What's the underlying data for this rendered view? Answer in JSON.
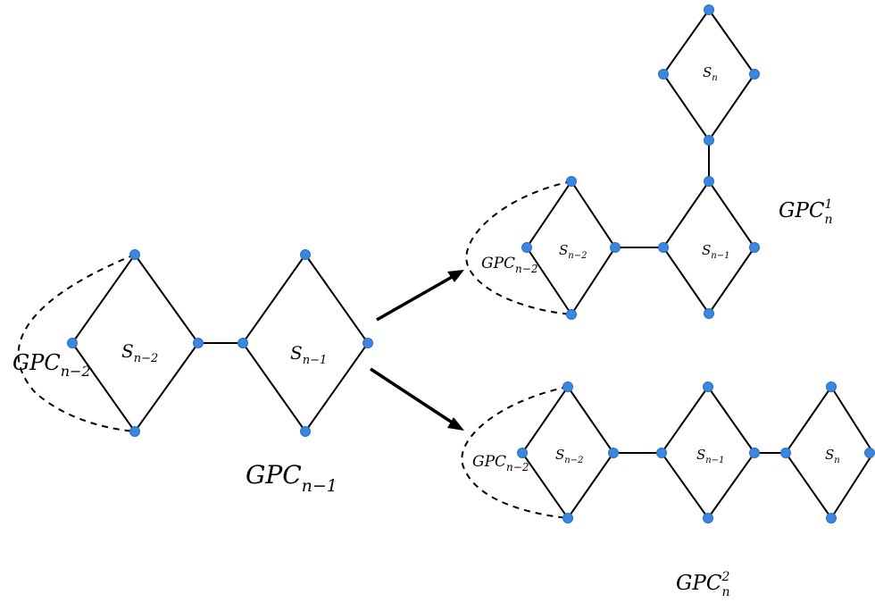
{
  "left": {
    "hub_label": "GPC",
    "hub_sub": "n−2",
    "s1_label": "S",
    "s1_sub": "n−2",
    "s2_label": "S",
    "s2_sub": "n−1",
    "caption": "GPC",
    "caption_sub": "n−1"
  },
  "top_right": {
    "hub_label": "GPC",
    "hub_sub": "n−2",
    "s1_label": "S",
    "s1_sub": "n−2",
    "s2_label": "S",
    "s2_sub": "n−1",
    "s3_label": "S",
    "s3_sub": "n",
    "caption": "GPC",
    "caption_sub": "n",
    "caption_sup": "1"
  },
  "bottom_right": {
    "hub_label": "GPC",
    "hub_sub": "n−2",
    "s1_label": "S",
    "s1_sub": "n−2",
    "s2_label": "S",
    "s2_sub": "n−1",
    "s3_label": "S",
    "s3_sub": "n",
    "caption": "GPC",
    "caption_sub": "n",
    "caption_sup": "2"
  },
  "colors": {
    "node": "#3a86e0",
    "line": "#000000"
  }
}
